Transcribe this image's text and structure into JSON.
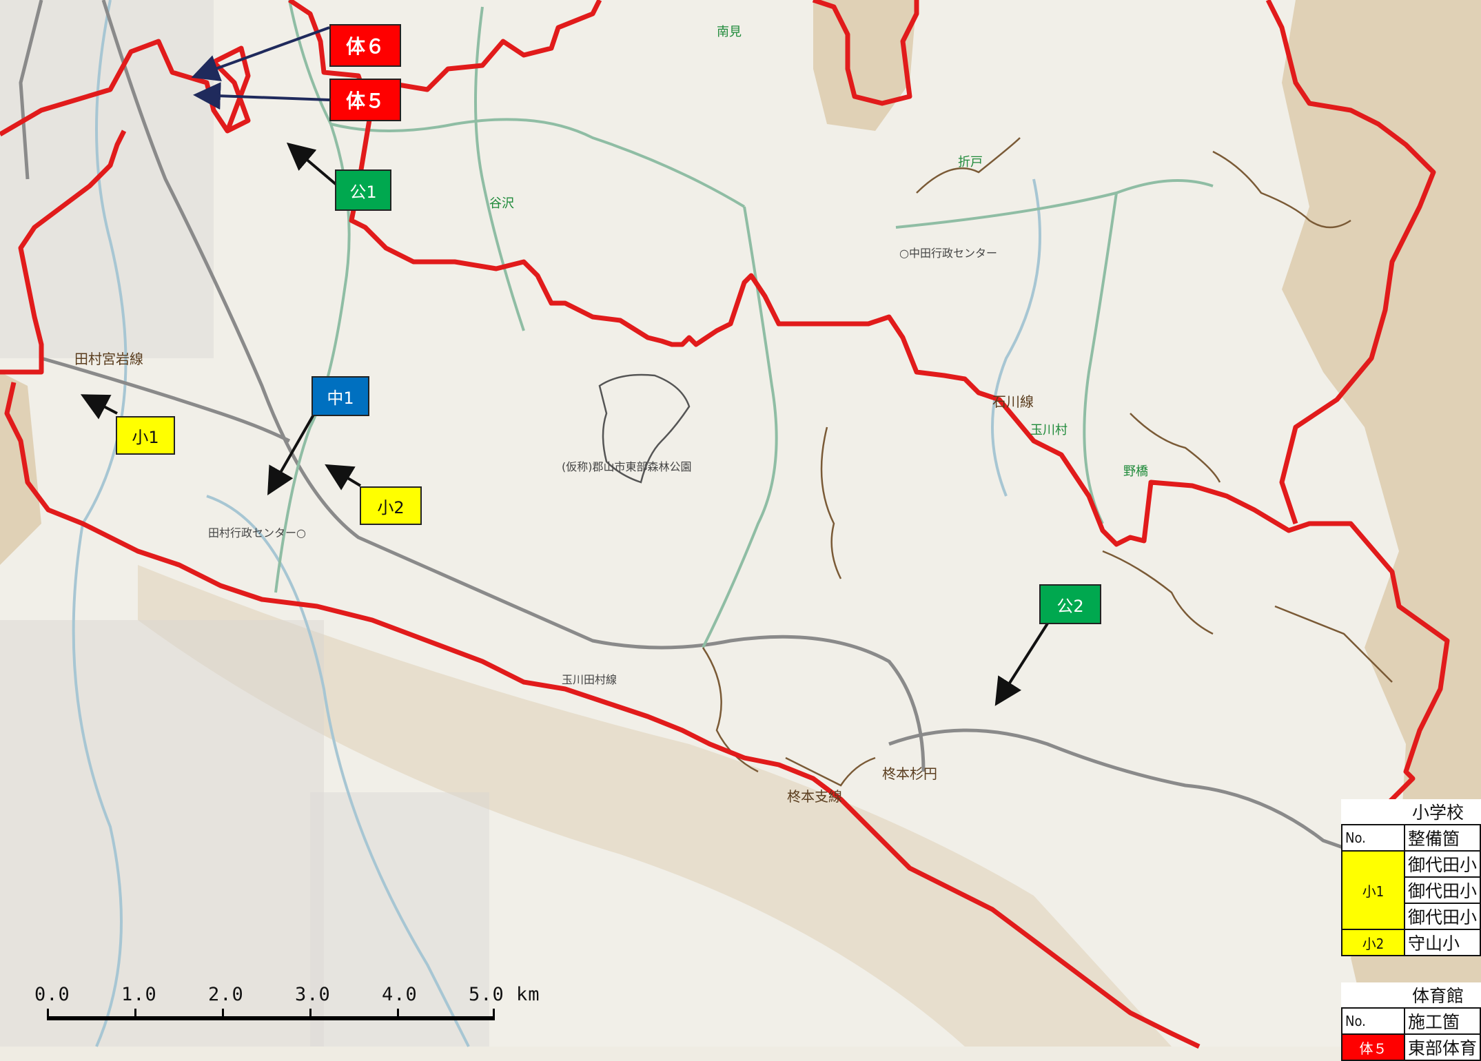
{
  "map": {
    "place_labels": {
      "fuchu_center": "○中田行政センター",
      "tamura_center": "田村行政センター○",
      "forest_park": "(仮称)郡山市東部森林公園",
      "kanzawa": "谷沢",
      "orito": "折戸",
      "rokujizo": "南見",
      "tamura_line": "田村宮岩線",
      "ishikawa_line": "石川線",
      "tamagawa_line": "玉川田村線",
      "kashiwamoto_line": "柊本支線",
      "kashiwamoto_river": "柊本杉円",
      "tamura_green": "玉川村",
      "noriba": "野橋"
    },
    "scale": {
      "ticks": [
        "0.0",
        "1.0",
        "2.0",
        "3.0",
        "4.0"
      ],
      "last_tick": "5.0 km"
    },
    "colors": {
      "boundary": "#e11b1b",
      "road_gray": "#8c8c8c",
      "road_green": "#86b8a0",
      "river": "#9bbfcf",
      "terrain": "#d8c3a0"
    }
  },
  "callouts": {
    "tai6": "体６",
    "tai5": "体５",
    "ko1": "公1",
    "ko2": "公2",
    "chu1": "中1",
    "sho1": "小1",
    "sho2": "小2"
  },
  "legend_school": {
    "title": "小学校",
    "header_no": "No.",
    "header_place": "整備箇",
    "rows": [
      {
        "place": "御代田小"
      },
      {
        "place": "御代田小"
      },
      {
        "place": "御代田小"
      }
    ],
    "group_no": "小1",
    "last_no": "小2",
    "last_place": "守山小"
  },
  "legend_gym": {
    "title": "体育館",
    "header_no": "No.",
    "header_place": "施工箇",
    "row_no": "体５",
    "row_place": "東部体育"
  }
}
